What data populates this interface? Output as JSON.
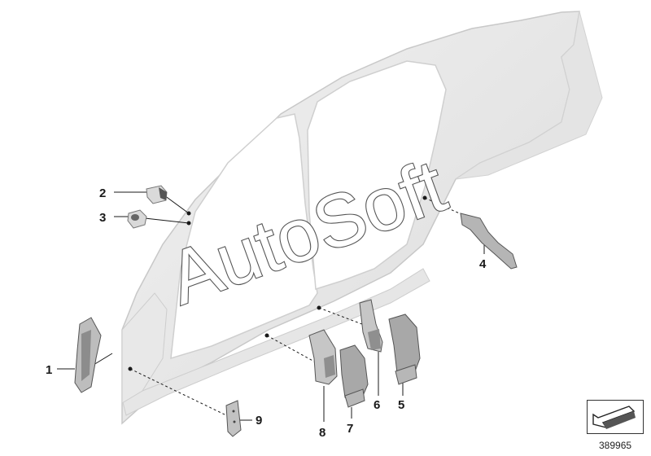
{
  "callouts": {
    "c1": "1",
    "c2": "2",
    "c3": "3",
    "c4": "4",
    "c5": "5",
    "c6": "6",
    "c7": "7",
    "c8": "8",
    "c9": "9"
  },
  "watermark": "AutoSoft",
  "diagram_id": "389965",
  "icons": {
    "navigation": "arrow-down-left-icon"
  }
}
